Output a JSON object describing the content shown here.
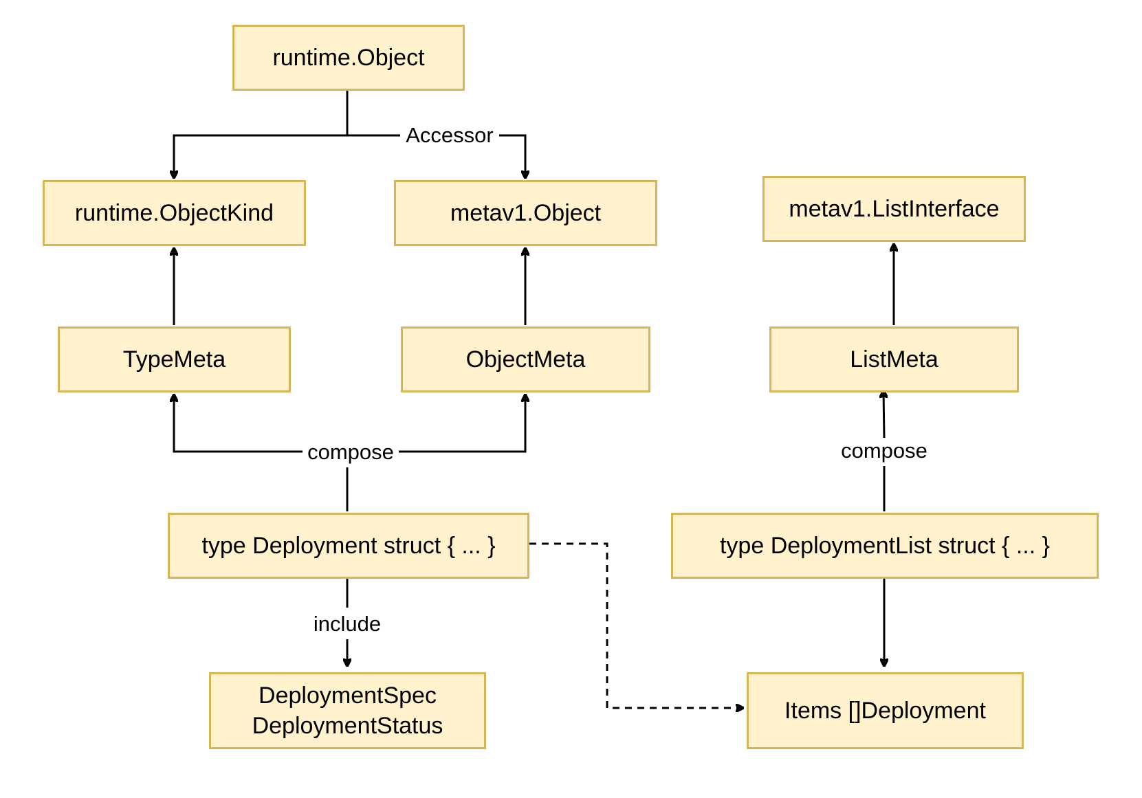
{
  "diagram": {
    "nodes": {
      "runtime_object": "runtime.Object",
      "runtime_objectkind": "runtime.ObjectKind",
      "metav1_object": "metav1.Object",
      "metav1_listinterface": "metav1.ListInterface",
      "typemeta": "TypeMeta",
      "objectmeta": "ObjectMeta",
      "listmeta": "ListMeta",
      "deployment_struct": "type Deployment struct { ... }",
      "deploymentlist_struct": "type DeploymentList struct { ... }",
      "spec_status": [
        "DeploymentSpec",
        "DeploymentStatus"
      ],
      "items_deployment": "Items []Deployment"
    },
    "edge_labels": {
      "accessor": "Accessor",
      "compose_left": "compose",
      "compose_right": "compose",
      "include": "include"
    },
    "colors": {
      "node_fill": "#fff2cc",
      "node_border": "#d6b656",
      "edge": "#000000"
    }
  }
}
